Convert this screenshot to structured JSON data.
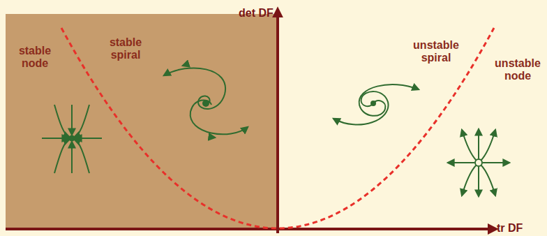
{
  "diagram": {
    "labels": [
      "det DF",
      "stable spiral",
      "stable node",
      "unstable spiral",
      "unstable node",
      "tr DF"
    ]
  }
}
